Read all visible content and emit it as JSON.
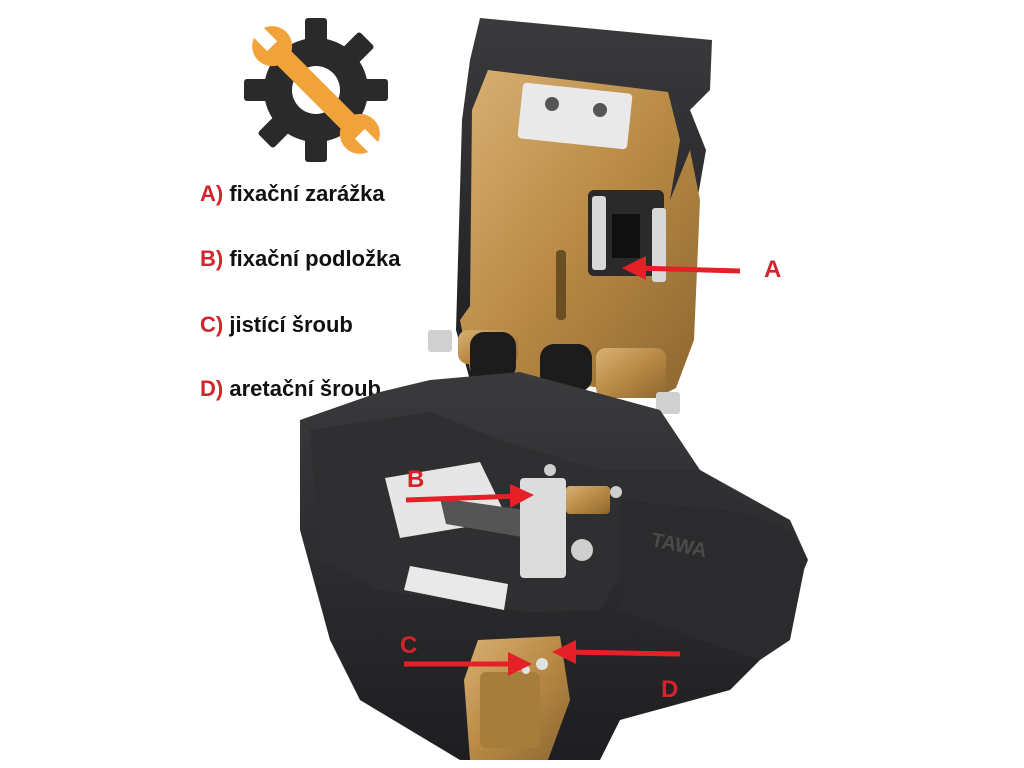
{
  "legend": [
    {
      "key": "A)",
      "label": "fixační zarážka"
    },
    {
      "key": "B)",
      "label": "fixační podložka"
    },
    {
      "key": "C)",
      "label": "jistící šroub"
    },
    {
      "key": "D)",
      "label": "aretační šroub"
    }
  ],
  "callouts": {
    "a": "A",
    "b": "B",
    "c": "C",
    "d": "D"
  },
  "device": {
    "brand_mark": "TAWA"
  },
  "icons": {
    "logo": "gear-wrench-icon"
  },
  "colors": {
    "accent_red": "#d3242c",
    "gold": "#c69a56",
    "body_dark": "#2b2b2d",
    "logo_orange": "#f2a23a"
  }
}
